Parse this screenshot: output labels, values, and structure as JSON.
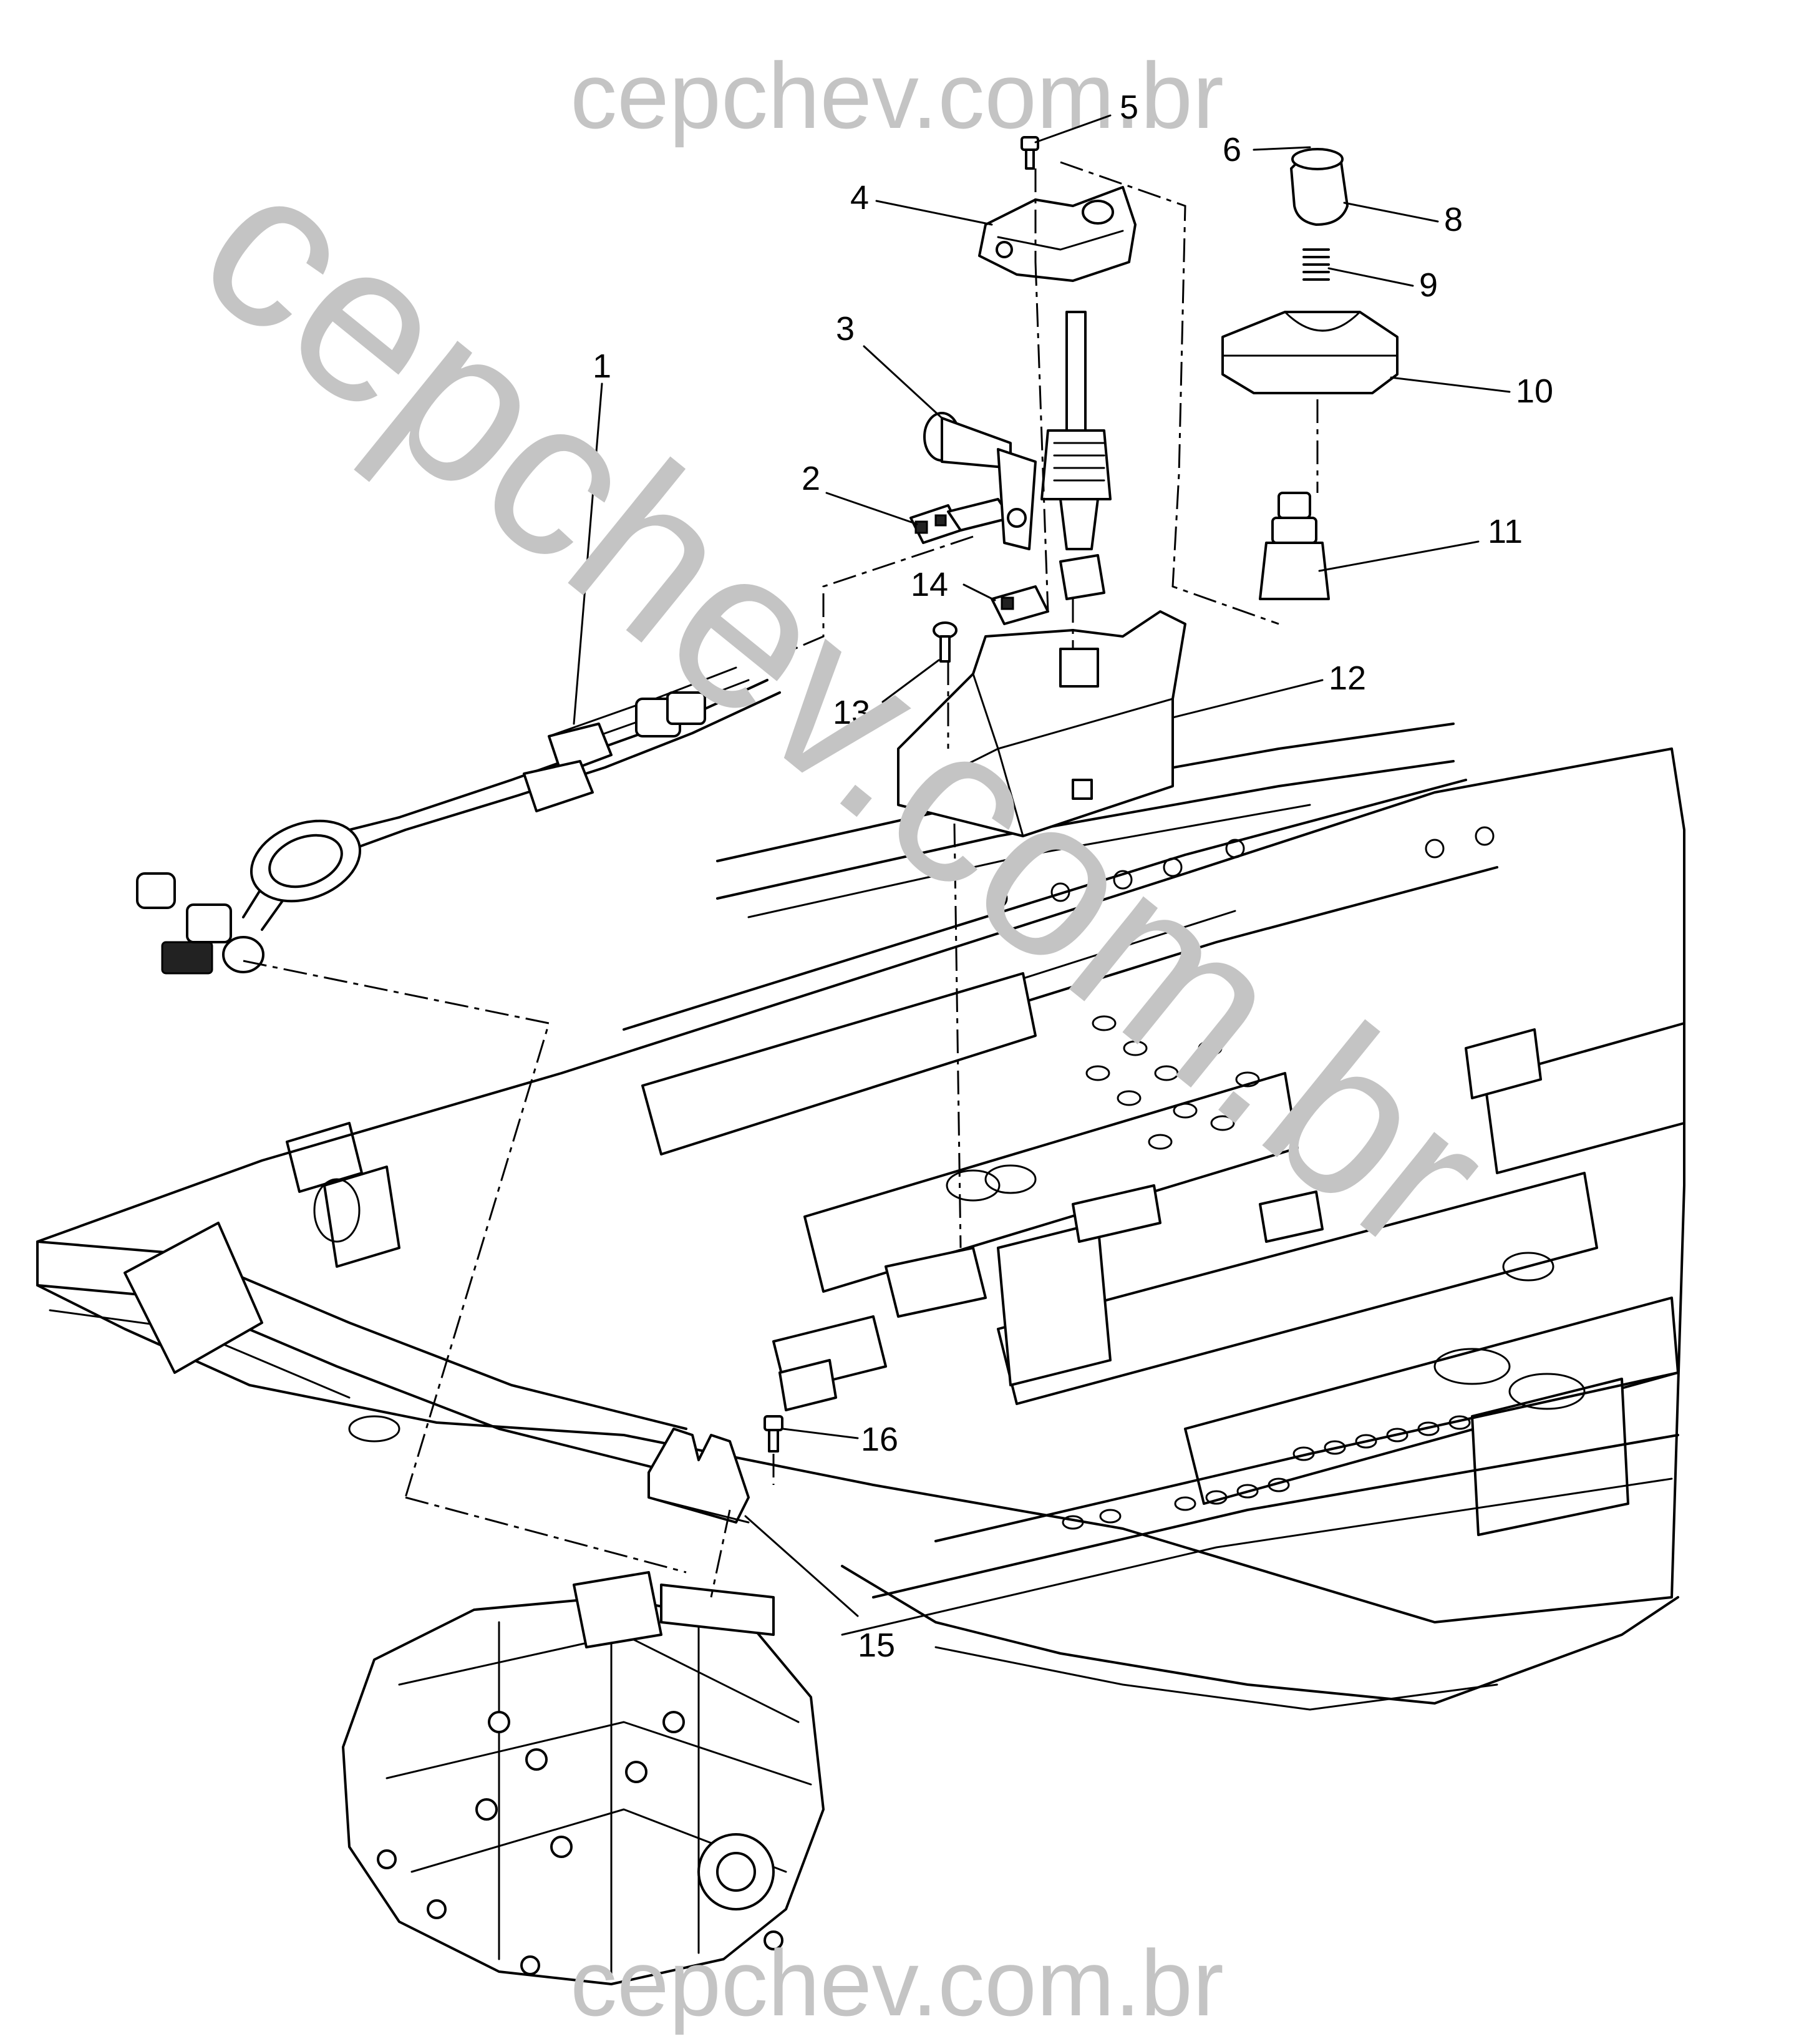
{
  "watermark": {
    "top": "cepchev.com.br",
    "diagonal": "cepchev.com.br",
    "bottom": "cepchev.com.br",
    "color": "#c4c4c4"
  },
  "callouts": [
    {
      "number": "1"
    },
    {
      "number": "2"
    },
    {
      "number": "3"
    },
    {
      "number": "4"
    },
    {
      "number": "5"
    },
    {
      "number": "6"
    },
    {
      "number": "8"
    },
    {
      "number": "9"
    },
    {
      "number": "10"
    },
    {
      "number": "11"
    },
    {
      "number": "12"
    },
    {
      "number": "13"
    },
    {
      "number": "14"
    },
    {
      "number": "15"
    },
    {
      "number": "16"
    }
  ]
}
